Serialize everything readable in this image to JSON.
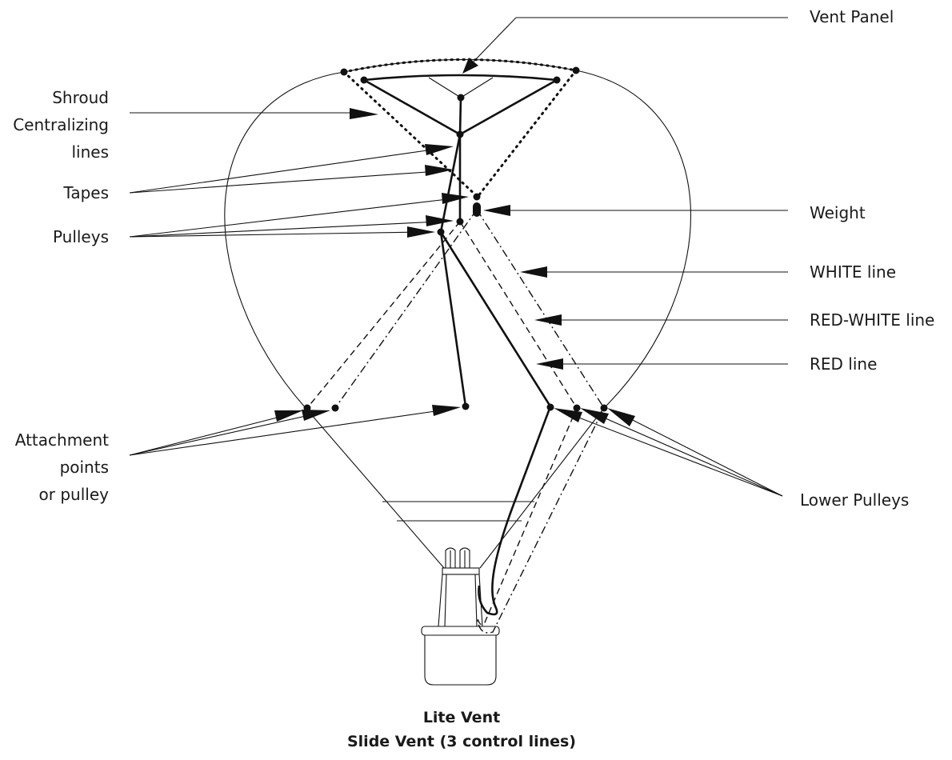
{
  "labels": {
    "vent_panel": "Vent Panel",
    "shroud_line1": "Shroud",
    "shroud_line2": "Centralizing",
    "shroud_line3": "lines",
    "tapes": "Tapes",
    "pulleys": "Pulleys",
    "weight": "Weight",
    "white_line": "WHITE line",
    "red_white_line": "RED-WHITE line",
    "red_line": "RED line",
    "attach_line1": "Attachment",
    "attach_line2": "points",
    "attach_line3": "or pulley",
    "lower_pulleys": "Lower Pulleys"
  },
  "caption": {
    "line1": "Lite Vent",
    "line2": "Slide Vent (3 control lines)"
  }
}
